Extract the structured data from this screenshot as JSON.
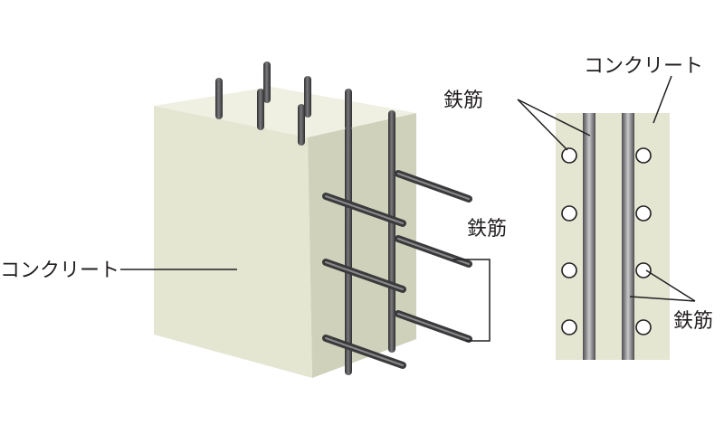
{
  "labels": {
    "concrete_left": "コンクリート",
    "rebar_right": "鉄筋",
    "concrete_section": "コンクリート",
    "rebar_section_top": "鉄筋",
    "rebar_section_bottom": "鉄筋"
  },
  "colors": {
    "concrete_front": "#e4e6d2",
    "concrete_top": "#eff0e2",
    "concrete_side": "#cfd1ba",
    "rebar": "#4d4d4f",
    "rebar_highlight": "#bdbdbf",
    "line": "#231f20"
  }
}
